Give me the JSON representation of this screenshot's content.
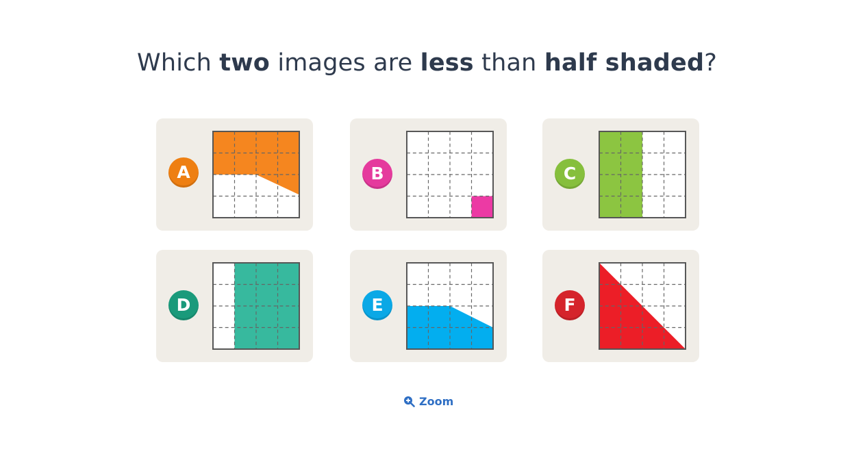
{
  "question": {
    "part1": "Which ",
    "bold1": "two",
    "part2": " images are ",
    "bold2": "less",
    "part3": " than ",
    "bold3": "half shaded",
    "part4": "?"
  },
  "options": [
    {
      "letter": "A",
      "color": "#f5861f",
      "badge_color": "#ee7f12",
      "shape": "top-band-with-slope"
    },
    {
      "letter": "B",
      "color": "#ec3aa4",
      "badge_color": "#e53a9d",
      "shape": "bottom-right-square"
    },
    {
      "letter": "C",
      "color": "#8cc541",
      "badge_color": "#86bf3d",
      "shape": "left-two-columns"
    },
    {
      "letter": "D",
      "color": "#37b99e",
      "badge_color": "#1a9a7b",
      "shape": "right-three-columns"
    },
    {
      "letter": "E",
      "color": "#03aeef",
      "badge_color": "#0aa8e6",
      "shape": "bottom-band-with-slope"
    },
    {
      "letter": "F",
      "color": "#ec1e27",
      "badge_color": "#d5242b",
      "shape": "lower-left-triangle"
    }
  ],
  "zoom": {
    "label": "Zoom",
    "icon": "magnifier-plus-icon"
  }
}
